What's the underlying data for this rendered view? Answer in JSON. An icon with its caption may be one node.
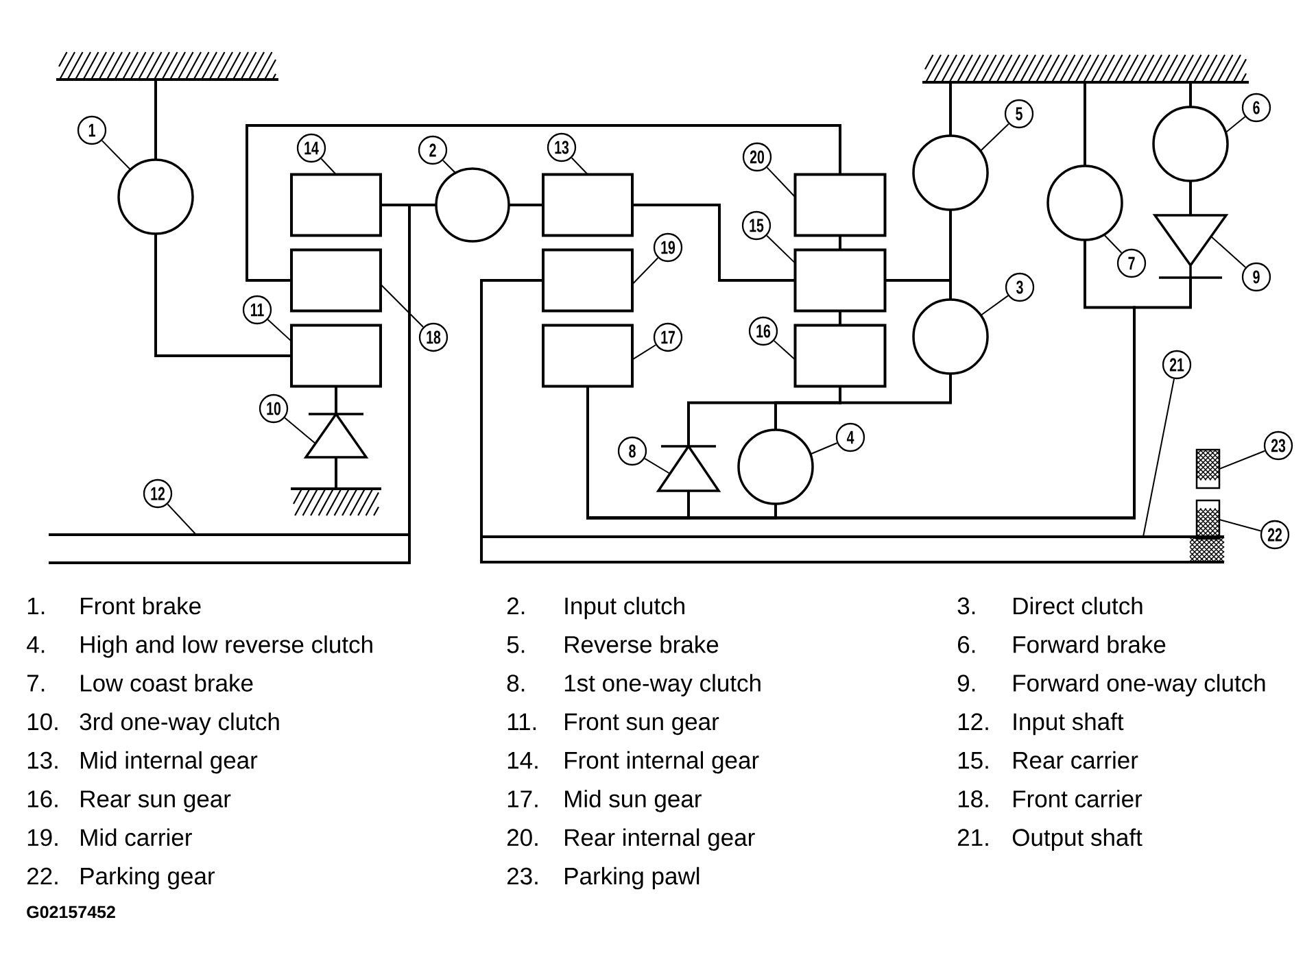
{
  "diagram": {
    "nodes": [
      {
        "text": [],
        "shape": "ground"
      },
      {
        "text": [],
        "shape": "ground"
      },
      {
        "text": [
          "1"
        ]
      },
      {
        "text": [],
        "shape": "circle"
      },
      {
        "text": [
          "14"
        ]
      },
      {
        "text": [],
        "shape": "box"
      },
      {
        "text": [
          "2"
        ]
      },
      {
        "text": [],
        "shape": "circle"
      },
      {
        "text": [
          "13"
        ]
      },
      {
        "text": [],
        "shape": "box"
      },
      {
        "text": [
          "20"
        ]
      },
      {
        "text": [],
        "shape": "box"
      },
      {
        "text": [
          "5"
        ]
      },
      {
        "text": [],
        "shape": "circle"
      },
      {
        "text": [],
        "shape": "circle"
      },
      {
        "text": [
          "6"
        ]
      },
      {
        "text": [],
        "shape": "circle"
      },
      {
        "text": [],
        "shape": "triangle"
      },
      {
        "text": [
          "7"
        ]
      },
      {
        "text": [
          "9"
        ]
      },
      {
        "text": [],
        "shape": "box"
      },
      {
        "text": [
          "18"
        ]
      },
      {
        "text": [],
        "shape": "box"
      },
      {
        "text": [
          "19"
        ]
      },
      {
        "text": [
          "15"
        ]
      },
      {
        "text": [],
        "shape": "box"
      },
      {
        "text": [
          "3"
        ]
      },
      {
        "text": [],
        "shape": "circle"
      },
      {
        "text": [
          "11"
        ]
      },
      {
        "text": [],
        "shape": "box"
      },
      {
        "text": [],
        "shape": "box"
      },
      {
        "text": [
          "17"
        ]
      },
      {
        "text": [
          "16"
        ]
      },
      {
        "text": [],
        "shape": "box"
      },
      {
        "text": [
          "21"
        ]
      },
      {
        "text": [
          "10"
        ]
      },
      {
        "text": [],
        "shape": "triangle"
      },
      {
        "text": [
          "8"
        ]
      },
      {
        "text": [],
        "shape": "triangle"
      },
      {
        "text": [],
        "shape": "circle"
      },
      {
        "text": [
          "4"
        ]
      },
      {
        "text": [
          "23"
        ]
      },
      {
        "text": [],
        "shape": "box"
      },
      {
        "text": [],
        "shape": "ground"
      },
      {
        "text": [
          "12"
        ]
      },
      {
        "text": [],
        "shape": "bar"
      },
      {
        "text": [],
        "shape": "bar"
      },
      {
        "text": [],
        "shape": "box"
      },
      {
        "text": [
          "22"
        ]
      }
    ],
    "edges": [
      {
        "from": 0,
        "to": 3,
        "arrow": "none"
      },
      {
        "from": 3,
        "to": 29,
        "arrow": "none"
      },
      {
        "from": 45,
        "to": 5,
        "arrow": "none"
      },
      {
        "from": 45,
        "to": 7,
        "arrow": "none"
      },
      {
        "from": 20,
        "to": 11,
        "arrow": "none"
      },
      {
        "from": 29,
        "to": 36,
        "arrow": "none"
      },
      {
        "from": 36,
        "to": 43,
        "arrow": "none"
      },
      {
        "from": 7,
        "to": 9,
        "arrow": "none"
      },
      {
        "from": 9,
        "to": 25,
        "arrow": "none"
      },
      {
        "from": 11,
        "to": 25,
        "arrow": "none"
      },
      {
        "from": 25,
        "to": 33,
        "arrow": "none"
      },
      {
        "from": 25,
        "to": 13,
        "arrow": "none"
      },
      {
        "from": 25,
        "to": 27,
        "arrow": "none"
      },
      {
        "from": 1,
        "to": 13,
        "arrow": "none"
      },
      {
        "from": 33,
        "to": 38,
        "arrow": "none"
      },
      {
        "from": 33,
        "to": 39,
        "arrow": "none"
      },
      {
        "from": 33,
        "to": 27,
        "arrow": "none"
      },
      {
        "from": 1,
        "to": 14,
        "arrow": "none"
      },
      {
        "from": 1,
        "to": 16,
        "arrow": "none"
      },
      {
        "from": 16,
        "to": 17,
        "arrow": "none"
      },
      {
        "from": 30,
        "to": 38,
        "arrow": "none"
      },
      {
        "from": 30,
        "to": 39,
        "arrow": "none"
      },
      {
        "from": 30,
        "to": 14,
        "arrow": "none"
      },
      {
        "from": 30,
        "to": 17,
        "arrow": "none"
      },
      {
        "from": 22,
        "to": 46,
        "arrow": "none"
      },
      {
        "from": 2,
        "to": 3,
        "arrow": "none"
      },
      {
        "from": 4,
        "to": 5,
        "arrow": "none"
      },
      {
        "from": 6,
        "to": 7,
        "arrow": "none"
      },
      {
        "from": 8,
        "to": 9,
        "arrow": "none"
      },
      {
        "from": 10,
        "to": 11,
        "arrow": "none"
      },
      {
        "from": 12,
        "to": 13,
        "arrow": "none"
      },
      {
        "from": 15,
        "to": 16,
        "arrow": "none"
      },
      {
        "from": 18,
        "to": 14,
        "arrow": "none"
      },
      {
        "from": 19,
        "to": 17,
        "arrow": "none"
      },
      {
        "from": 21,
        "to": 20,
        "arrow": "none"
      },
      {
        "from": 23,
        "to": 22,
        "arrow": "none"
      },
      {
        "from": 24,
        "to": 25,
        "arrow": "none"
      },
      {
        "from": 26,
        "to": 27,
        "arrow": "none"
      },
      {
        "from": 28,
        "to": 29,
        "arrow": "none"
      },
      {
        "from": 31,
        "to": 30,
        "arrow": "none"
      },
      {
        "from": 32,
        "to": 33,
        "arrow": "none"
      },
      {
        "from": 34,
        "to": 46,
        "arrow": "none"
      },
      {
        "from": 35,
        "to": 36,
        "arrow": "none"
      },
      {
        "from": 37,
        "to": 38,
        "arrow": "none"
      },
      {
        "from": 40,
        "to": 39,
        "arrow": "none"
      },
      {
        "from": 41,
        "to": 42,
        "arrow": "none"
      },
      {
        "from": 44,
        "to": 45,
        "arrow": "none"
      },
      {
        "from": 48,
        "to": 47,
        "arrow": "none"
      }
    ],
    "labels": [
      "1.",
      "Front brake",
      "2.",
      "Input clutch",
      "3.",
      "Direct clutch",
      "4.",
      "High and low reverse clutch",
      "5.",
      "Reverse brake",
      "6.",
      "Forward brake",
      "7.",
      "Low coast brake",
      "8.",
      "1st one-way clutch",
      "9.",
      "Forward one-way clutch",
      "10.",
      "3rd one-way clutch",
      "11.",
      "Front sun gear",
      "12.",
      "Input shaft",
      "13.",
      "Mid internal gear",
      "14.",
      "Front internal gear",
      "15.",
      "Rear carrier",
      "16.",
      "Rear sun gear",
      "17.",
      "Mid sun gear",
      "18.",
      "Front carrier",
      "19.",
      "Mid carrier",
      "20.",
      "Rear internal gear",
      "21.",
      "Output shaft",
      "22.",
      "Parking gear",
      "23.",
      "Parking pawl",
      "G02157452"
    ]
  }
}
